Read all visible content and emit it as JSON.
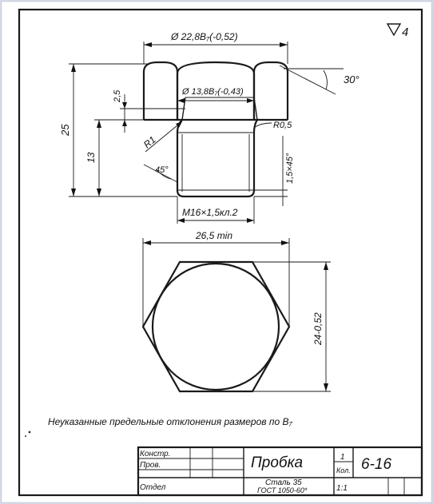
{
  "drawing": {
    "surface_finish": "4",
    "dimensions": {
      "outer_diameter": "Ø 22,8B₇(-0,52)",
      "inner_diameter": "Ø 13,8B₇(-0,43)",
      "chamfer_angle": "30°",
      "radius_r1": "R1",
      "radius_r05": "R0,5",
      "height_small": "2,5",
      "height_total": "25",
      "height_shank": "13",
      "angle_45": "45°",
      "chamfer_shank": "1,5×45°",
      "thread": "M16×1,5кл.2",
      "across_corners": "26,5 min",
      "across_flats": "24-0,52"
    },
    "note": "Неуказанные предельные отклонения размеров по B₇"
  },
  "title_block": {
    "row1_label": "Констр.",
    "row2_label": "Пров.",
    "row3_label": "Отдел",
    "part_name": "Пробка",
    "quantity": "1",
    "quantity_label": "Кол.",
    "drawing_number": "6-16",
    "material_line1": "Сталь 35",
    "material_line2": "ГОСТ 1050-60*",
    "scale": "1:1"
  }
}
